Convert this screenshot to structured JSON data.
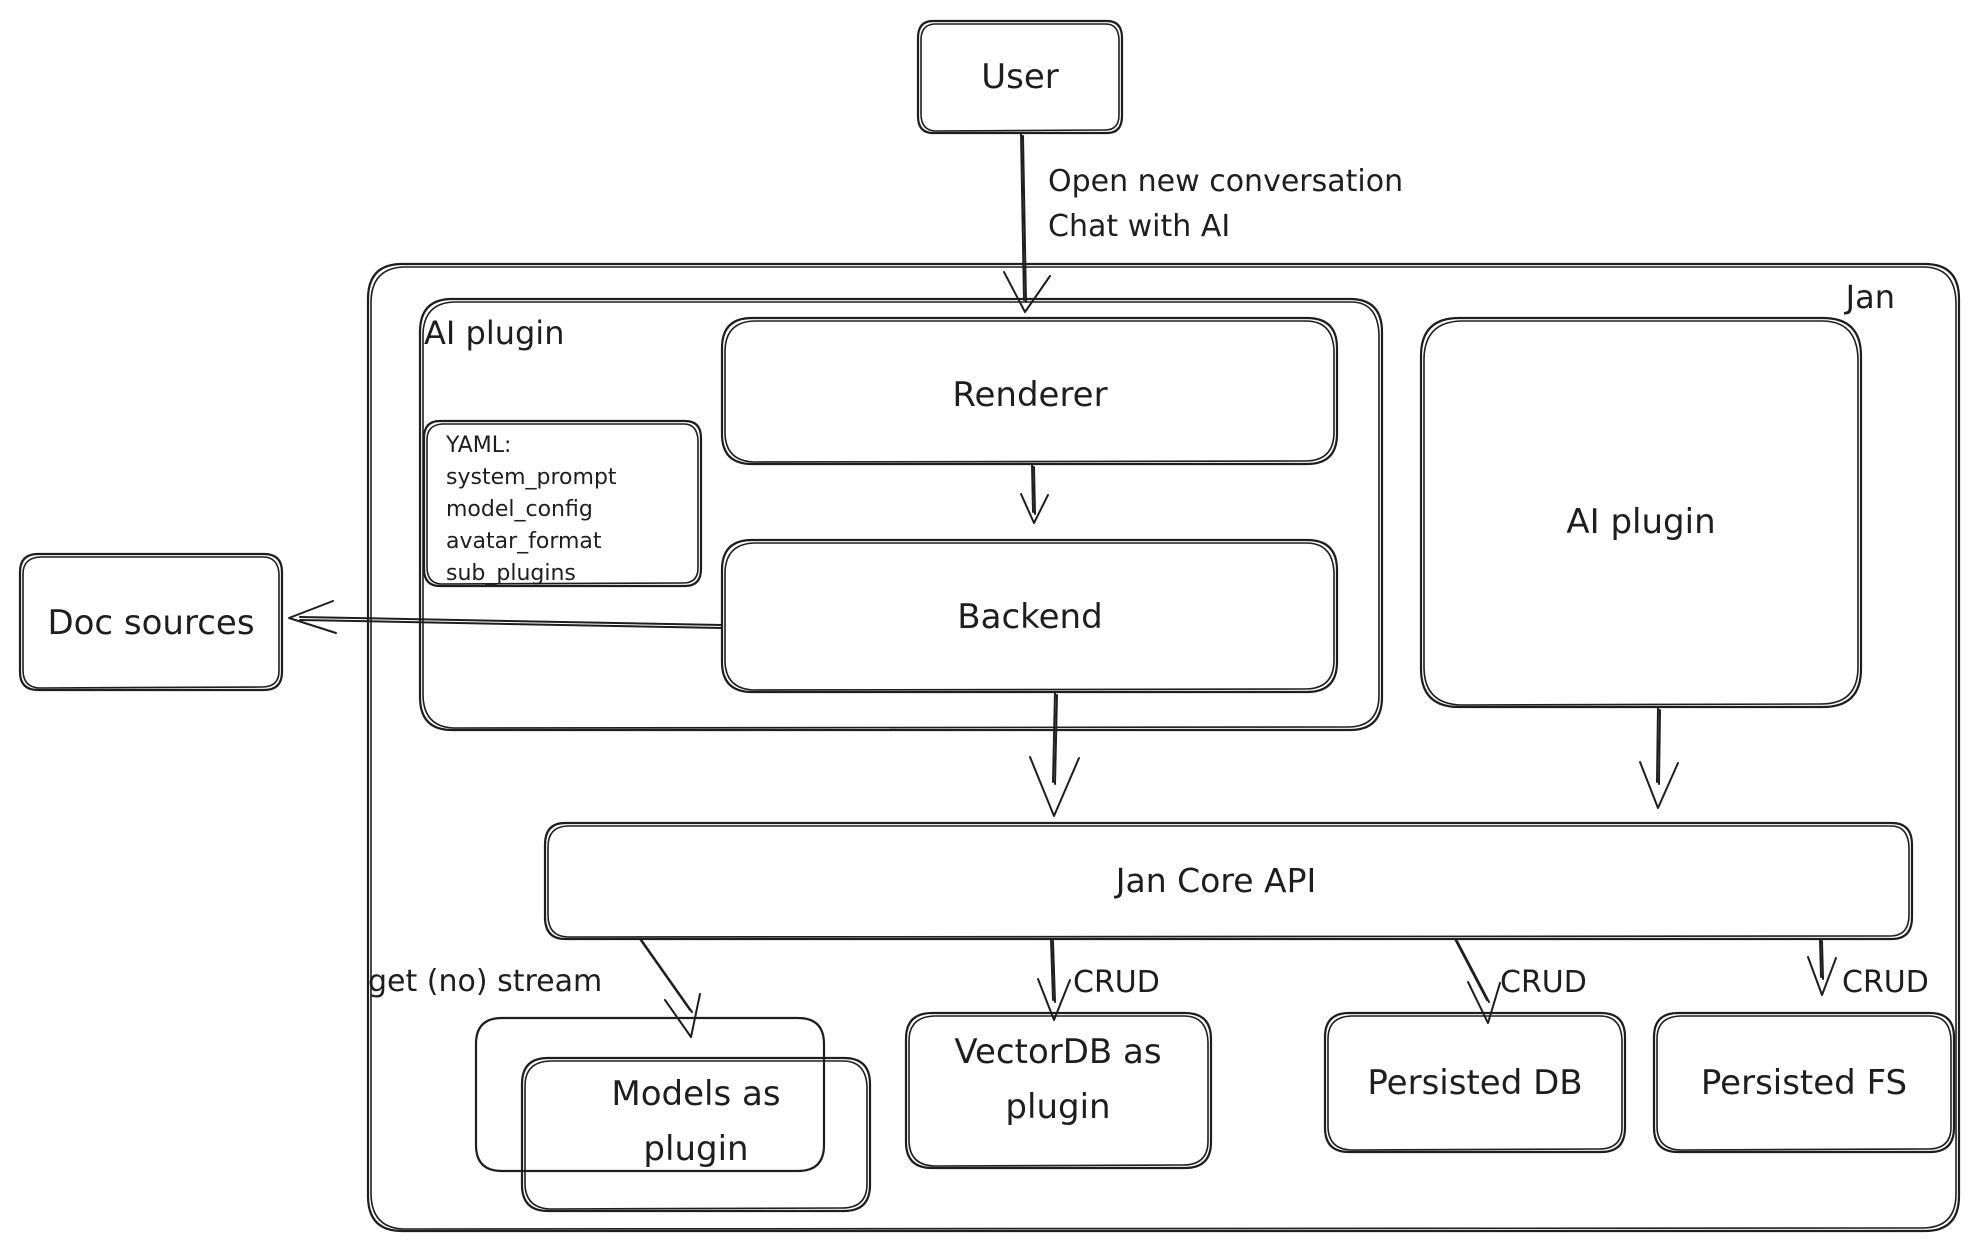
{
  "diagram": {
    "title": "Jan architecture overview",
    "style": "hand-drawn / excalidraw",
    "background_color": "#ffffff",
    "stroke_color": "#1e1e1e"
  },
  "groups": {
    "jan": {
      "label": "Jan",
      "label_position": "top-right"
    },
    "ai_plugin_group": {
      "label": "AI plugin",
      "label_position": "top-left"
    }
  },
  "nodes": {
    "user": {
      "label": "User"
    },
    "renderer": {
      "label": "Renderer"
    },
    "backend": {
      "label": "Backend"
    },
    "ai_plugin_box": {
      "label": "AI plugin"
    },
    "doc_sources": {
      "label": "Doc sources"
    },
    "jan_core_api": {
      "label": "Jan Core API"
    },
    "models_plugin": {
      "label_line1": "Models as",
      "label_line2": "plugin"
    },
    "vectordb_plugin": {
      "label_line1": "VectorDB as",
      "label_line2": "plugin"
    },
    "persisted_db": {
      "label": "Persisted DB"
    },
    "persisted_fs": {
      "label": "Persisted FS"
    }
  },
  "yaml_card": {
    "lines": [
      "YAML:",
      "system_prompt",
      "model_config",
      "avatar_format",
      "sub_plugins"
    ]
  },
  "edges": {
    "user_to_renderer": {
      "label_line1": "Open new conversation",
      "label_line2": "Chat with AI"
    },
    "renderer_to_backend": {
      "label": ""
    },
    "backend_to_docsources": {
      "label": ""
    },
    "backend_to_core": {
      "label": ""
    },
    "aiplugin_to_core": {
      "label": ""
    },
    "core_to_models": {
      "label": "get (no) stream"
    },
    "core_to_vectordb": {
      "label": "CRUD"
    },
    "core_to_persisteddb": {
      "label": "CRUD"
    },
    "core_to_persistedfs": {
      "label": "CRUD"
    }
  }
}
